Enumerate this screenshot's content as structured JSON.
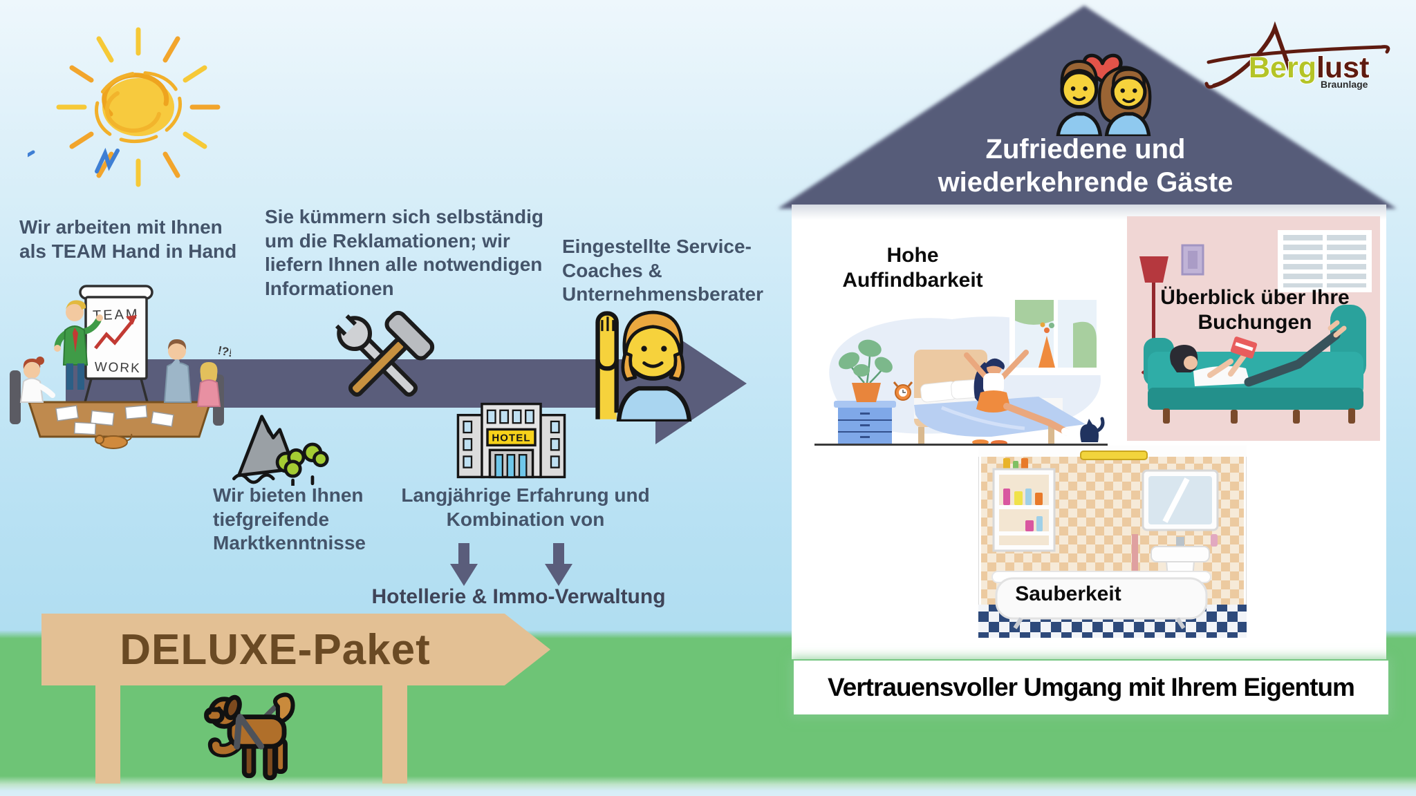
{
  "brand": {
    "name_primary": "Berg",
    "name_secondary": "lust",
    "tagline": "Braunlage"
  },
  "steps": {
    "team_text": "Wir arbeiten mit Ihnen als TEAM Hand in Hand",
    "complaints_text": "Sie kümmern sich selbständig um die Reklamationen; wir liefern Ihnen alle notwendigen Informationen",
    "coaches_text": "Eingestellte Service-Coaches & Unternehmensberater",
    "market_text": "Wir bieten Ihnen tiefgreifende Marktkenntnisse",
    "experience_text": "Langjährige Erfahrung und Kombination von",
    "combo_text": "Hotellerie & Immo-Verwaltung"
  },
  "illustrations": {
    "flipchart_top": "TEAM",
    "flipchart_bottom": "WORK",
    "surprise_marks": "!?!",
    "hotel_sign": "HOTEL"
  },
  "house": {
    "heading": "Zufriedene und wiederkehrende Gäste",
    "benefits": [
      {
        "label": "Hohe Auffindbarkeit"
      },
      {
        "label": "Überblick über Ihre Buchungen"
      },
      {
        "label": "Sauberkeit"
      }
    ],
    "banner": "Vertrauensvoller Umgang mit Ihrem Eigentum"
  },
  "package": {
    "label": "DELUXE-Paket"
  },
  "colors": {
    "slate_accent": "#5a5d7b",
    "roof": "#575b79",
    "text_slate": "#44546a",
    "grass_green": "#6ec476",
    "sign_tan": "#e3c094",
    "sign_text_brown": "#6a4a24",
    "logo_green": "#b4c427",
    "logo_maroon": "#5e1b10",
    "heading_white": "#ffffff"
  }
}
